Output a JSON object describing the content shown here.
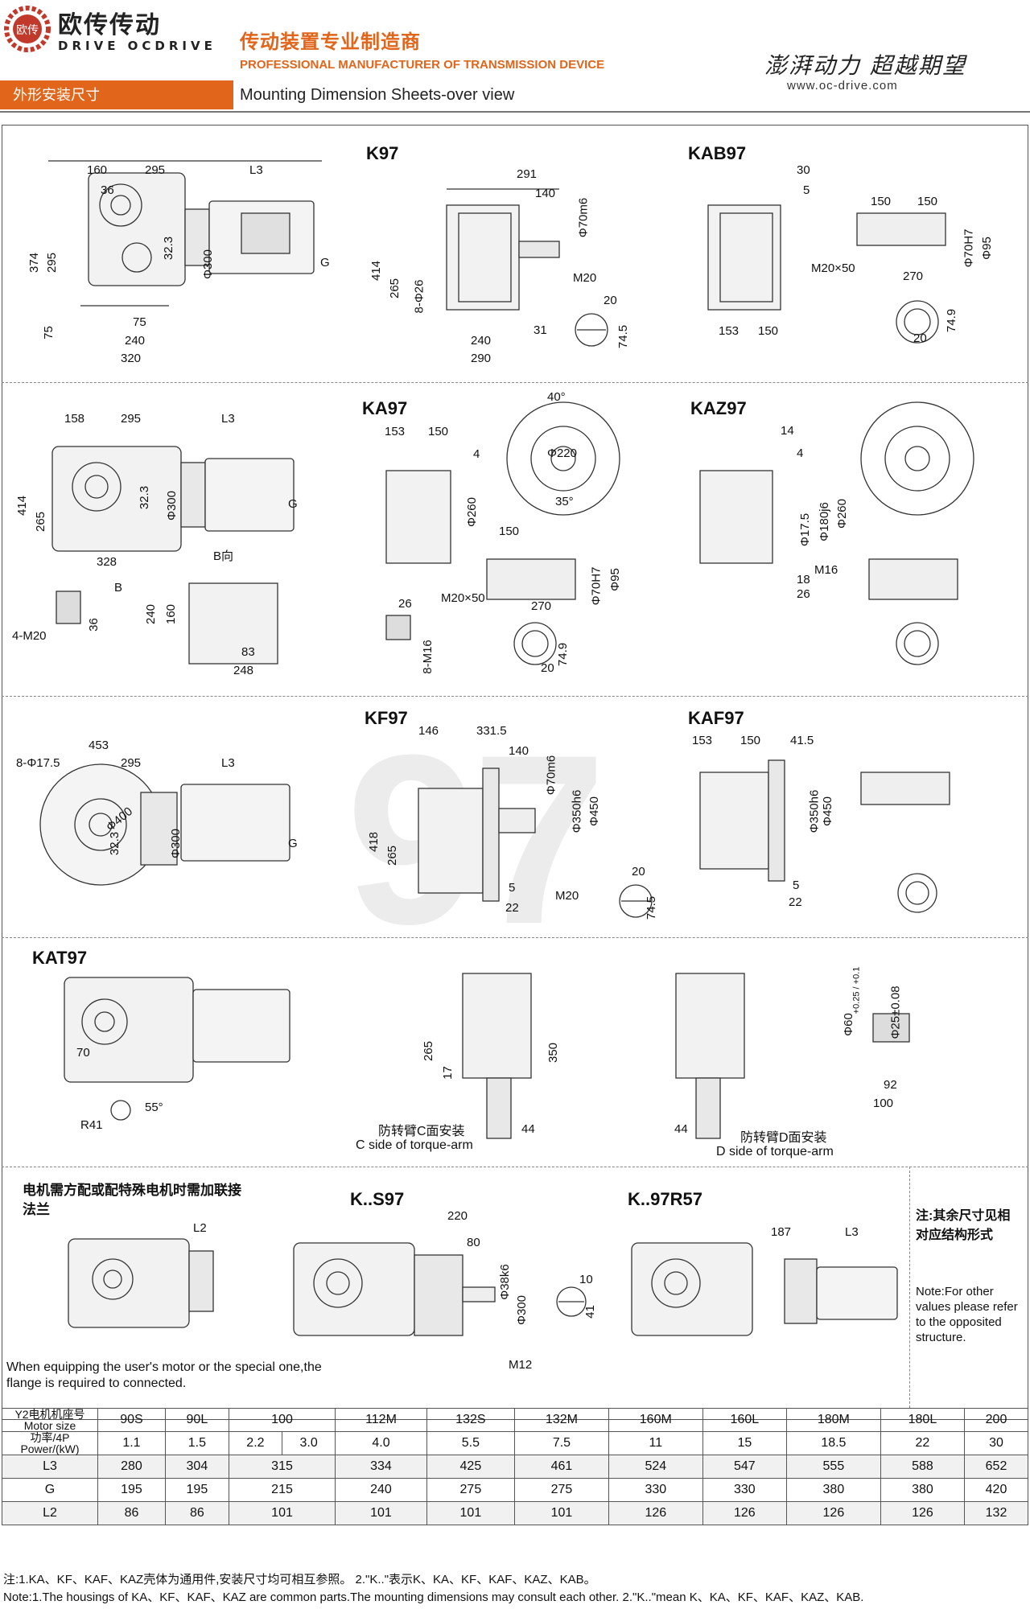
{
  "header": {
    "brand_cn": "欧传传动",
    "brand_en": "DRIVE OCDRIVE",
    "tagline_cn": "传动装置专业制造商",
    "tagline_en": "PROFESSIONAL MANUFACTURER OF TRANSMISSION DEVICE",
    "slogan": "澎湃动力 超越期望",
    "website": "www.oc-drive.com",
    "section_cn": "外形安装尺寸",
    "section_en": "Mounting Dimension Sheets-over view"
  },
  "colors": {
    "accent": "#e1651a"
  },
  "watermark": "97",
  "models": {
    "k97": "K97",
    "kab97": "KAB97",
    "ka97": "KA97",
    "kaz97": "KAZ97",
    "kf97": "KF97",
    "kaf97": "KAF97",
    "kat97": "KAT97",
    "ks97": "K..S97",
    "k97r57": "K..97R57"
  },
  "dims_row1": {
    "a": "160",
    "b": "295",
    "c": "L3",
    "d": "36",
    "e": "374",
    "f": "295",
    "g": "32.3",
    "h": "Φ300",
    "i": "G",
    "j": "75",
    "k": "75",
    "l": "240",
    "m": "320",
    "k1": "291",
    "k2": "140",
    "k3": "Φ70m6",
    "k4": "414",
    "k5": "265",
    "k6": "8-Φ26",
    "k7": "M20",
    "k8": "240",
    "k9": "290",
    "k10": "31",
    "k11": "20",
    "k12": "74.5",
    "b1": "30",
    "b2": "5",
    "b3": "150",
    "b4": "150",
    "b5": "Φ70H7",
    "b6": "Φ95",
    "b7": "M20×50",
    "b8": "270",
    "b9": "153",
    "b10": "150",
    "b11": "74.9",
    "b12": "20"
  },
  "dims_row2": {
    "a": "158",
    "b": "295",
    "c": "L3",
    "d": "414",
    "e": "265",
    "f": "32.3",
    "g": "Φ300",
    "h": "G",
    "i": "328",
    "j": "B向",
    "k": "B",
    "l": "4-M20",
    "m": "36",
    "n": "160",
    "o": "240",
    "p": "83",
    "q": "248",
    "ka1": "153",
    "ka2": "150",
    "ka3": "4",
    "ka4": "Φ260",
    "ka5": "40°",
    "ka6": "Φ220",
    "ka7": "35°",
    "ka8": "26",
    "ka9": "8-M16",
    "ka10": "150",
    "ka11": "M20×50",
    "ka12": "270",
    "ka13": "Φ70H7",
    "ka14": "Φ95",
    "ka15": "74.9",
    "ka16": "20",
    "kz1": "14",
    "kz2": "4",
    "kz3": "Φ17.5",
    "kz4": "Φ180j6",
    "kz5": "Φ260",
    "kz6": "M16",
    "kz7": "18",
    "kz8": "26"
  },
  "dims_row3": {
    "a": "453",
    "b": "8-Φ17.5",
    "c": "295",
    "d": "L3",
    "e": "Φ400",
    "f": "32.3",
    "g": "Φ300",
    "h": "G",
    "f1": "146",
    "f2": "331.5",
    "f3": "140",
    "f4": "Φ70m6",
    "f5": "Φ350h6",
    "f6": "Φ450",
    "f7": "418",
    "f8": "265",
    "f9": "5",
    "f10": "22",
    "f11": "M20",
    "f12": "20",
    "f13": "74.5",
    "af1": "153",
    "af2": "150",
    "af3": "41.5",
    "af4": "Φ350h6",
    "af5": "Φ450",
    "af6": "5",
    "af7": "22"
  },
  "dims_row4": {
    "a": "70",
    "b": "55°",
    "c": "R41",
    "d": "265",
    "e": "17",
    "f": "350",
    "g": "44",
    "h": "Φ60",
    "h_tol": "+0.25 / +0.1",
    "i": "Φ25±0.08",
    "j": "92",
    "k": "100",
    "c_side_cn": "防转臂C面安装",
    "c_side_en": "C side of torque-arm",
    "d_side_cn": "防转臂D面安装",
    "d_side_en": "D side of torque-arm"
  },
  "dims_row5": {
    "note_cn": "电机需方配或配特殊电机时需加联接法兰",
    "l2": "L2",
    "note_en": "When equipping the user's motor or the special one,the flange is required to connected.",
    "s1": "220",
    "s2": "80",
    "s3": "Φ38k6",
    "s4": "Φ300",
    "s5": "M12",
    "s6": "10",
    "s7": "41",
    "r1": "187",
    "r2": "L3",
    "side_cn": "注:其余尺寸见相对应结构形式",
    "side_en": "Note:For other values please refer to the opposited structure."
  },
  "table": {
    "header_cn": "Y2电机机座号",
    "header_en": "Motor size",
    "sizes": [
      "90S",
      "90L",
      "100",
      "112M",
      "132S",
      "132M",
      "160M",
      "160L",
      "180M",
      "180L",
      "200"
    ],
    "power_cn": "功率/4P",
    "power_en": "Power/(kW)",
    "power": [
      "1.1",
      "1.5",
      "2.2",
      "3.0",
      "4.0",
      "5.5",
      "7.5",
      "11",
      "15",
      "18.5",
      "22",
      "30"
    ],
    "rows": [
      {
        "label": "L3",
        "values": [
          "280",
          "304",
          "315",
          "334",
          "425",
          "461",
          "524",
          "547",
          "555",
          "588",
          "652"
        ]
      },
      {
        "label": "G",
        "values": [
          "195",
          "195",
          "215",
          "240",
          "275",
          "275",
          "330",
          "330",
          "380",
          "380",
          "420"
        ]
      },
      {
        "label": "L2",
        "values": [
          "86",
          "86",
          "101",
          "101",
          "101",
          "101",
          "126",
          "126",
          "126",
          "126",
          "132"
        ]
      }
    ]
  },
  "notes": {
    "cn": "注:1.KA、KF、KAF、KAZ壳体为通用件,安装尺寸均可相互参照。 2.\"K..\"表示K、KA、KF、KAF、KAZ、KAB。",
    "en": "Note:1.The housings of KA、KF、KAF、KAZ are common parts.The mounting dimensions may consult each other. 2.\"K..\"mean K、KA、KF、KAF、KAZ、KAB."
  }
}
